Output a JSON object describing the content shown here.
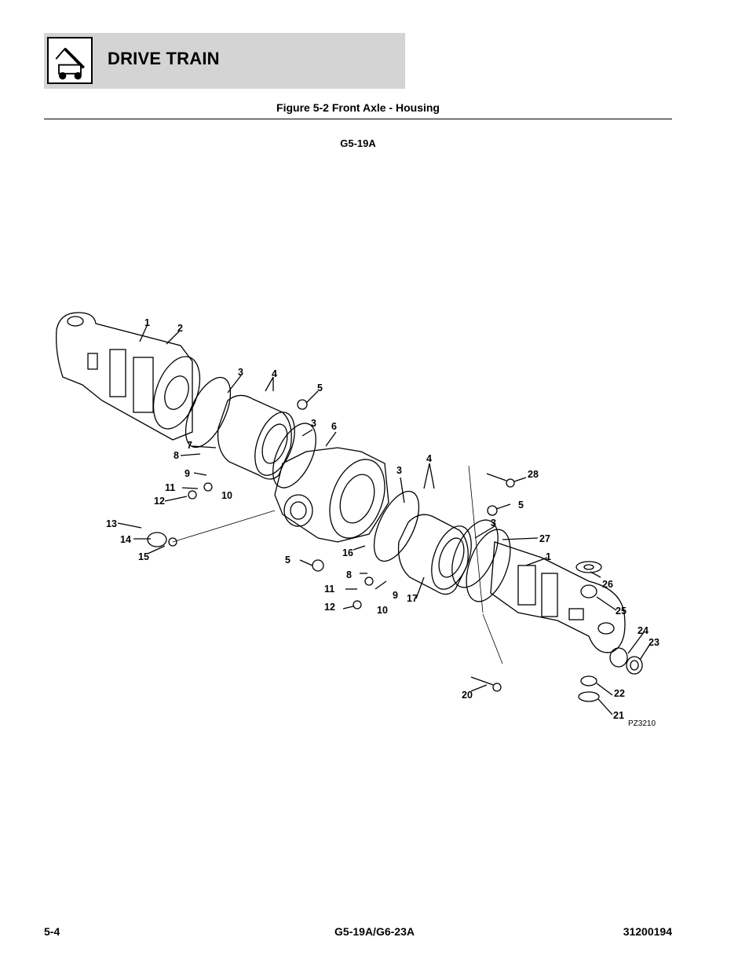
{
  "header": {
    "section_title": "DRIVE TRAIN",
    "logo_icon": "telehandler-icon"
  },
  "figure": {
    "caption": "Figure 5-2 Front Axle - Housing",
    "model": "G5-19A",
    "drawing_code": "PZ3210",
    "callouts": [
      "1",
      "2",
      "3",
      "4",
      "5",
      "3",
      "6",
      "7",
      "8",
      "9",
      "11",
      "10",
      "12",
      "13",
      "14",
      "15",
      "3",
      "4",
      "28",
      "5",
      "3",
      "27",
      "16",
      "1",
      "8",
      "5",
      "11",
      "9",
      "10",
      "12",
      "17",
      "26",
      "25",
      "24",
      "23",
      "20",
      "22",
      "21"
    ]
  },
  "footer": {
    "page_number": "5-4",
    "model_range": "G5-19A/G6-23A",
    "doc_number": "31200194"
  }
}
